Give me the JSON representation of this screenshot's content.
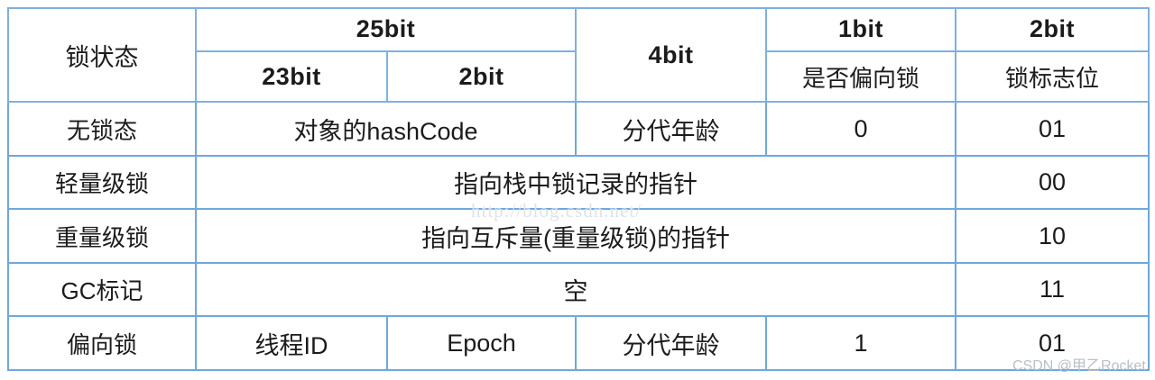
{
  "table": {
    "header": {
      "row1": [
        {
          "label": "锁状态",
          "name": "header-lock-state"
        },
        {
          "label": "25bit",
          "name": "header-25bit"
        },
        {
          "label": "4bit",
          "name": "header-4bit"
        },
        {
          "label": "1bit",
          "name": "header-1bit"
        },
        {
          "label": "2bit",
          "name": "header-2bit"
        }
      ],
      "row2": [
        {
          "label": "23bit",
          "name": "header-23bit"
        },
        {
          "label": "2bit",
          "name": "header-sub-2bit"
        },
        {
          "label": "是否偏向锁",
          "name": "header-is-biased-lock"
        },
        {
          "label": "锁标志位",
          "name": "header-lock-flag"
        }
      ]
    },
    "rows": [
      {
        "name": "row-unlocked",
        "state": "无锁态",
        "cells": [
          {
            "label": "对象的hashCode",
            "name": "cell-object-hashcode"
          },
          {
            "label": "分代年龄",
            "name": "cell-generational-age"
          },
          {
            "label": "0",
            "name": "cell-biased-flag"
          },
          {
            "label": "01",
            "name": "cell-lock-flag"
          }
        ]
      },
      {
        "name": "row-lightweight-lock",
        "state": "轻量级锁",
        "cells": [
          {
            "label": "指向栈中锁记录的指针",
            "name": "cell-pointer-to-lock-record"
          },
          {
            "label": "00",
            "name": "cell-lock-flag"
          }
        ]
      },
      {
        "name": "row-heavyweight-lock",
        "state": "重量级锁",
        "cells": [
          {
            "label": "指向互斥量(重量级锁)的指针",
            "name": "cell-pointer-to-mutex"
          },
          {
            "label": "10",
            "name": "cell-lock-flag"
          }
        ]
      },
      {
        "name": "row-gc-mark",
        "state": "GC标记",
        "cells": [
          {
            "label": "空",
            "name": "cell-empty"
          },
          {
            "label": "11",
            "name": "cell-lock-flag"
          }
        ]
      },
      {
        "name": "row-biased-lock",
        "state": "偏向锁",
        "cells": [
          {
            "label": "线程ID",
            "name": "cell-thread-id"
          },
          {
            "label": "Epoch",
            "name": "cell-epoch"
          },
          {
            "label": "分代年龄",
            "name": "cell-generational-age"
          },
          {
            "label": "1",
            "name": "cell-biased-flag"
          },
          {
            "label": "01",
            "name": "cell-lock-flag"
          }
        ]
      }
    ]
  },
  "watermarks": {
    "url": "http://blog.csdn.net/",
    "csdn": "CSDN @甲乙Rocket"
  },
  "colors": {
    "header_background": "#9ec3e6",
    "border": "#6ea8dd",
    "header_text": "#ffffff",
    "body_text": "#1b1b1b",
    "page_background": "#ffffff"
  }
}
